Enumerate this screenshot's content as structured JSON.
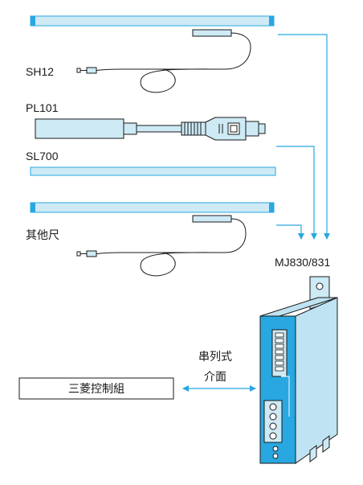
{
  "labels": {
    "sh12": "SH12",
    "pl101": "PL101",
    "sl700": "SL700",
    "other_scales": "其他尺",
    "controller": "MJ830/831",
    "interface_line1": "串列式",
    "interface_line2": "介面",
    "mitsubishi_control": "三菱控制組"
  },
  "colors": {
    "scale_fill": "#cdeaf5",
    "scale_end_cap": "#29a7e0",
    "cable_blue": "#29a7e0",
    "controller_front": "#29a7e0",
    "controller_side": "#bfe3f2",
    "text": "#1a1a1a"
  }
}
